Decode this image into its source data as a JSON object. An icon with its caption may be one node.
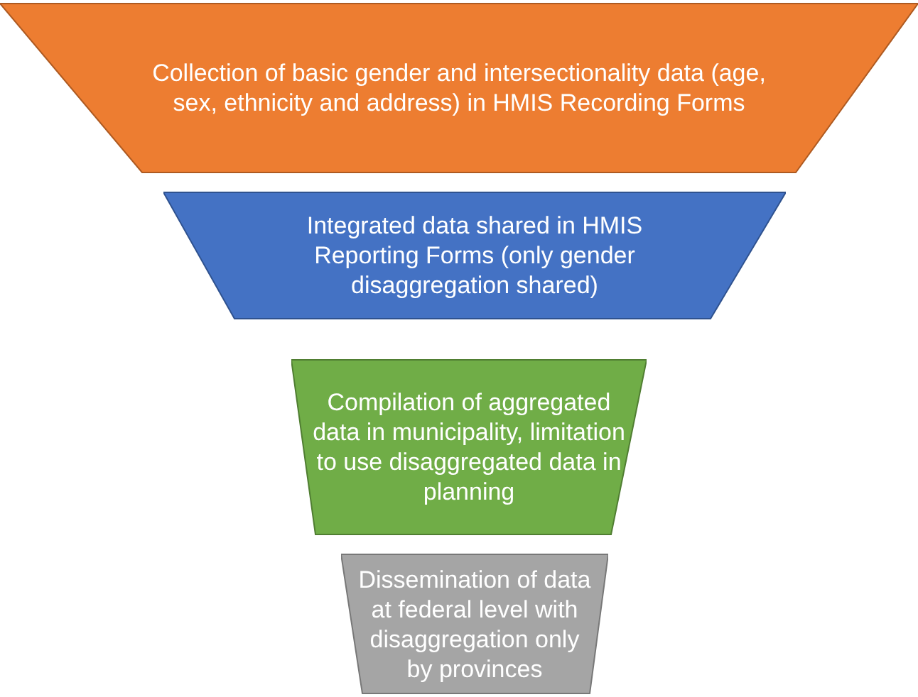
{
  "diagram": {
    "nodes": [
      {
        "text": [
          "Collection of basic gender and intersectionality data (age, sex, ethnicity and address) in HMIS Recording Forms"
        ]
      },
      {
        "text": [
          "Integrated data shared in HMIS Reporting Forms (only gender disaggregation shared)"
        ]
      },
      {
        "text": [
          "Compilation of aggregated data in municipality, limitation to use disaggregated data in planning"
        ]
      },
      {
        "text": [
          "Dissemination of data at federal level with disaggregation only by provinces"
        ]
      }
    ]
  }
}
